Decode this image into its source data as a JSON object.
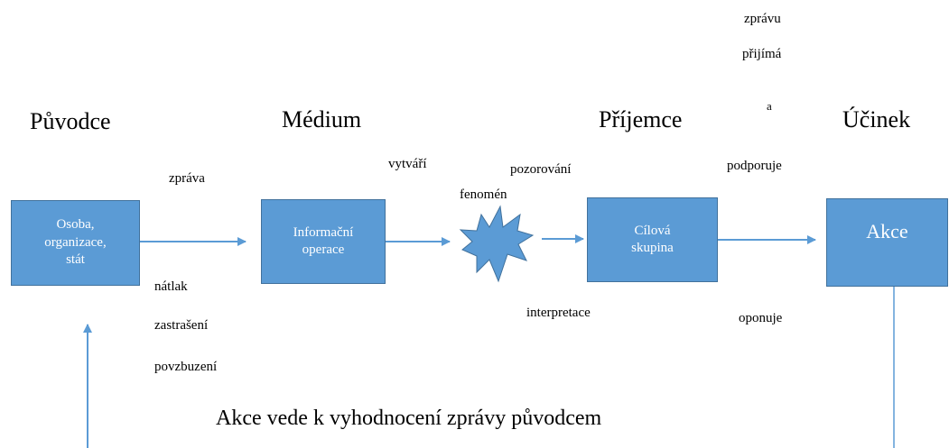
{
  "headings": {
    "puvodce": "Původce",
    "medium": "Médium",
    "prijemce": "Příjemce",
    "ucinek": "Účinek"
  },
  "boxes": {
    "source": "Osoba,\norganizace,\nstát",
    "info_ops": "Informační\noperace",
    "target": "Cílová\nskupina",
    "action": "Akce"
  },
  "labels": {
    "zprava": "zpráva",
    "vytvari": "vytváří",
    "pozorovani": "pozorování",
    "fenomen": "fenomén",
    "interpretace": "interpretace",
    "zpravu": "zprávu",
    "prijima": "přijímá",
    "a": "a",
    "podporuje": "podporuje",
    "oponuje": "oponuje",
    "natlak": "nátlak",
    "zastraseni": "zastrašení",
    "povzbuzeni": "povzbuzení"
  },
  "feedback": "Akce vede k vyhodnocení zprávy původcem",
  "colors": {
    "box_fill": "#5b9bd5",
    "box_border": "#41719c",
    "arrow": "#5b9bd5"
  }
}
